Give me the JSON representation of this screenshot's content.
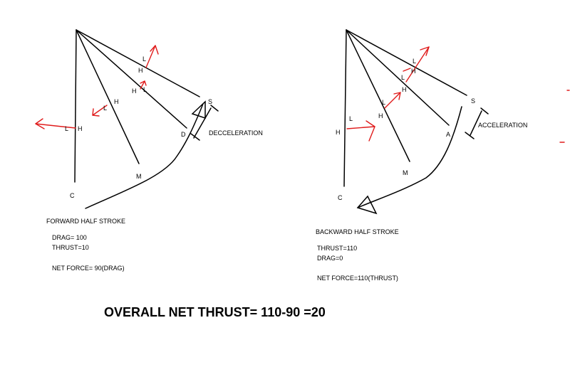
{
  "left": {
    "labels": {
      "C": "C",
      "M": "M",
      "D": "D",
      "S": "S",
      "L": "L",
      "H": "H"
    },
    "phase_label": "DECCELERATION",
    "caption": "FORWARD HALF STROKE",
    "lines": [
      "DRAG= 100",
      "THRUST=10",
      "NET FORCE= 90(DRAG)"
    ]
  },
  "right": {
    "labels": {
      "C": "C",
      "M": "M",
      "A": "A",
      "S": "S",
      "L": "L",
      "H": "H"
    },
    "phase_label": "ACCELERATION",
    "caption": "BACKWARD HALF STROKE",
    "lines": [
      "THRUST=110",
      "DRAG=0",
      "NET FORCE=110(THRUST)"
    ]
  },
  "overall": "OVERALL NET THRUST= 110-90 =20",
  "colors": {
    "ink": "#000000",
    "arrow": "#e01b1b"
  }
}
